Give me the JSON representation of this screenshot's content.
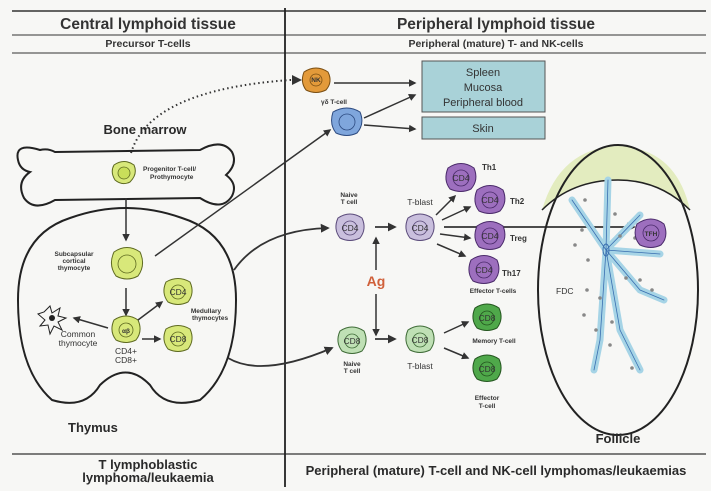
{
  "header": {
    "left_title": "Central lymphoid tissue",
    "left_subtitle": "Precursor T-cells",
    "right_title": "Peripheral lymphoid tissue",
    "right_subtitle": "Peripheral (mature) T- and NK-cells"
  },
  "central": {
    "bone_marrow_label": "Bone marrow",
    "progenitor_label_1": "Progenitor T-cell/",
    "progenitor_label_2": "Prothymocyte",
    "subcapsular_1": "Subcapsular",
    "subcapsular_2": "cortical",
    "subcapsular_3": "thymocyte",
    "common_1": "Common",
    "common_2": "thymocyte",
    "ab_label": "αβ",
    "cd4plus": "CD4+",
    "cd8plus": "CD8+",
    "medullary_1": "Medullary",
    "medullary_2": "thymocytes",
    "med_cd4": "CD4",
    "med_cd8": "CD8",
    "thymus_label": "Thymus"
  },
  "peripheral": {
    "nk_label": "NK",
    "gd_label": "γδ T-cell",
    "box_top_lines": [
      "Spleen",
      "Mucosa",
      "Peripheral blood"
    ],
    "box_skin": "Skin",
    "naive_cd4_1": "Naive",
    "naive_cd4_2": "T cell",
    "cd4": "CD4",
    "cd8": "CD8",
    "tblast": "T-blast",
    "th1": "Th1",
    "th2": "Th2",
    "treg": "Treg",
    "th17": "Th17",
    "effector_cells": "Effector T-cells",
    "ag": "Ag",
    "naive_cd8_1": "Naive",
    "naive_cd8_2": "T cell",
    "memory": "Memory T-cell",
    "effector_1": "Effector",
    "effector_2": "T-cell",
    "tfh": "TFH",
    "fdc": "FDC",
    "follicle": "Follicle"
  },
  "footer": {
    "left_1": "T lymphoblastic",
    "left_2": "lymphoma/leukaemia",
    "right": "Peripheral (mature) T-cell and NK-cell lymphomas/leukaemias"
  },
  "colors": {
    "precursor_green": "#d8e87a",
    "nk_orange": "#e39a3a",
    "gd_blue": "#7fa6dc",
    "cd4_naive_lilac": "#c9bfdd",
    "cd4_effector_purple": "#9d6fbe",
    "cd8_naive_green": "#bfe0b5",
    "cd8_effector_green": "#4fa84a",
    "tissue_box": "#a9d2d8",
    "fdc_blue": "#a6d4e6",
    "follicle_cap": "#e3ecbf",
    "antigen_red": "#d0603a"
  }
}
